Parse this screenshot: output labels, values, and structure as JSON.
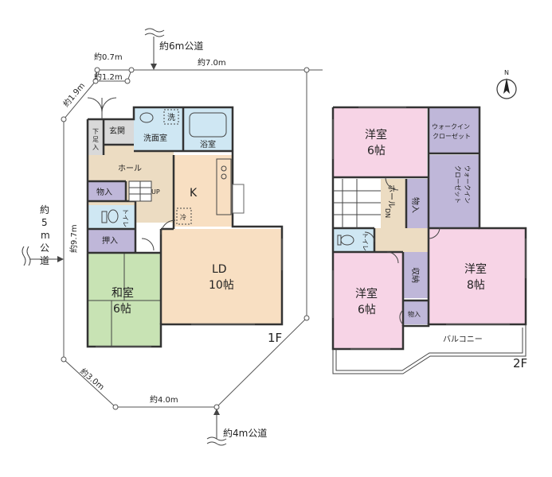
{
  "site": {
    "road_north": "約6m公道",
    "road_west": "約\n5\nm\n公\n道",
    "road_south": "約4m公道",
    "dims": {
      "d07": "約0.7m",
      "d12": "約1.2m",
      "d19": "約1.9m",
      "d70": "約7.0m",
      "d97": "約9.7m",
      "d30": "約3.0m",
      "d40": "約4.0m"
    },
    "compass": "N"
  },
  "floor1": {
    "label": "1F",
    "rooms": {
      "entrance": "玄関",
      "shoe": "下足入",
      "wash_mark": "洗",
      "washroom": "洗面室",
      "bath": "浴室",
      "hall": "ホール",
      "up": "UP",
      "storage1": "物入",
      "toilet": "トイレ",
      "kitchen": "K",
      "fridge": "冷",
      "oshiire": "押入",
      "washitsu_name": "和室",
      "washitsu_size": "6帖",
      "ld_name": "LD",
      "ld_size": "10帖"
    }
  },
  "floor2": {
    "label": "2F",
    "rooms": {
      "room_a_name": "洋室",
      "room_a_size": "6帖",
      "wic1": "ウォークイン\nクローゼット",
      "wic2": "ウォークイン\nクローゼット",
      "hall": "ホール",
      "dn": "DN",
      "storage": "物入",
      "toilet": "トイレ",
      "room_b_name": "洋室",
      "room_b_size": "6帖",
      "closet": "収納",
      "storage2": "物入",
      "room_c_name": "洋室",
      "room_c_size": "8帖",
      "balcony": "バルコニー"
    }
  },
  "colors": {
    "pink": "#f7d4e6",
    "green": "#c8e3b4",
    "peach": "#f8dfc2",
    "tan": "#ecdcc2",
    "purple": "#bfb7d9",
    "blue": "#cfe7f3",
    "gray": "#d9d9d9"
  }
}
